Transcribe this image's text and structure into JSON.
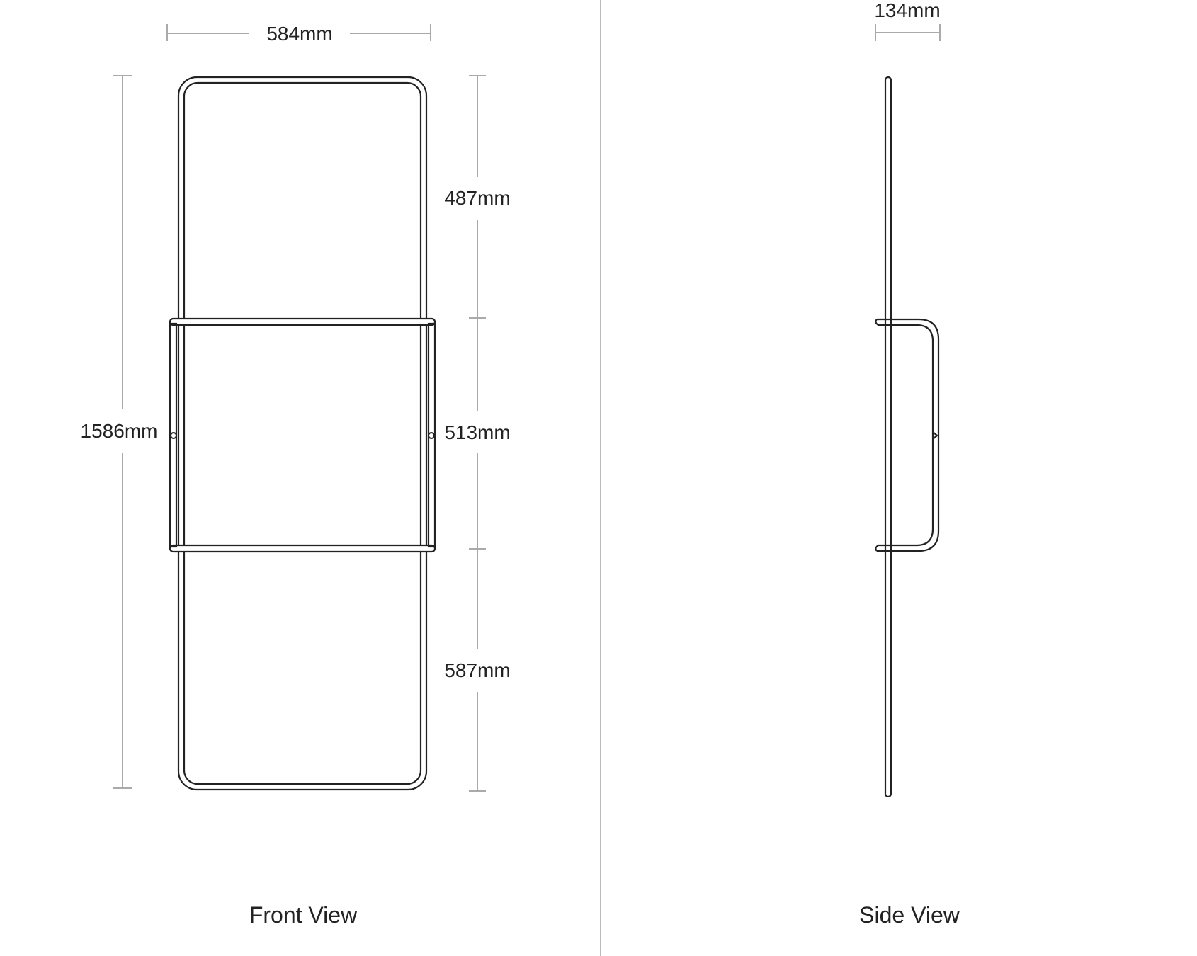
{
  "views": {
    "front": {
      "label": "Front View",
      "dimensions": {
        "width": "584mm",
        "height": "1586mm",
        "upper_section": "487mm",
        "middle_section": "513mm",
        "lower_section": "587mm"
      }
    },
    "side": {
      "label": "Side View",
      "dimensions": {
        "depth": "134mm"
      }
    }
  },
  "colors": {
    "outline": "#222222",
    "dimension_line": "#aaaaaa",
    "divider": "#bbbbbb",
    "background": "#ffffff"
  }
}
